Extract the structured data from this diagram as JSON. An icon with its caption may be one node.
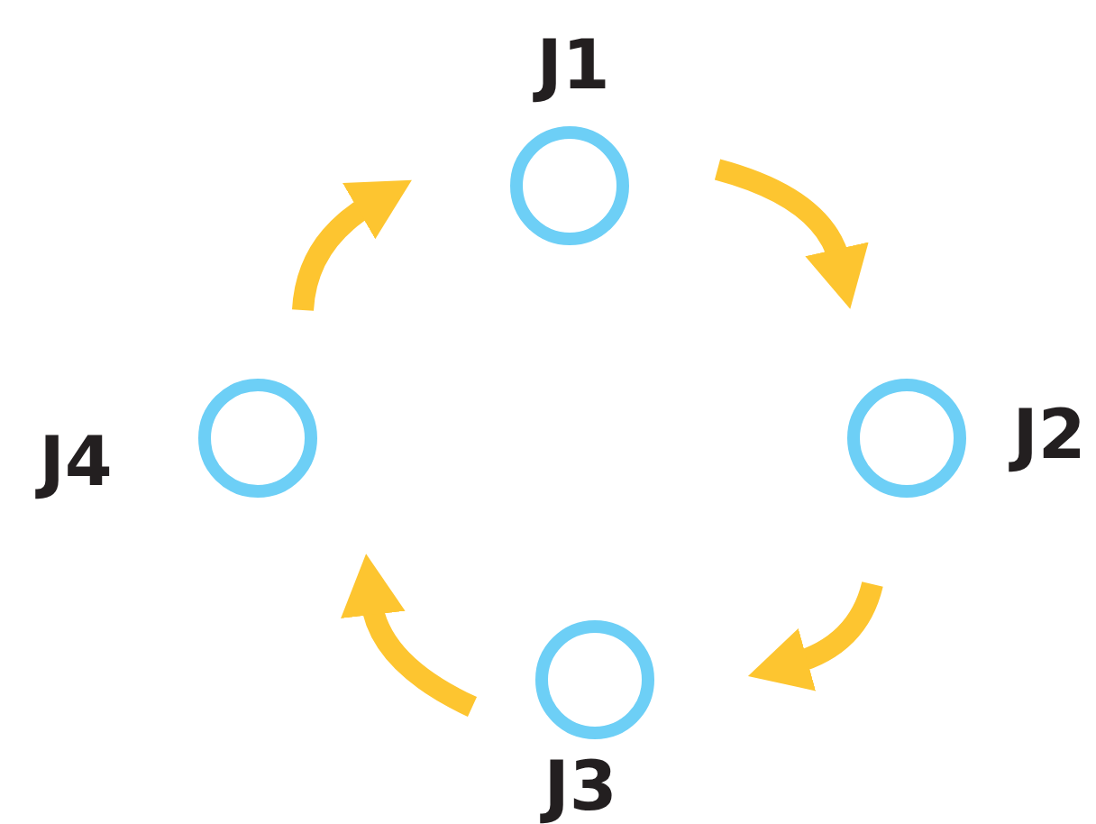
{
  "diagram": {
    "nodes": [
      {
        "text": [
          "J1"
        ]
      },
      {
        "text": [
          "J2"
        ]
      },
      {
        "text": [
          "J3"
        ]
      },
      {
        "text": [
          "J4"
        ]
      }
    ],
    "edges": [
      {
        "from": 0,
        "to": 1,
        "arrow": "to"
      },
      {
        "from": 1,
        "to": 2,
        "arrow": "to"
      },
      {
        "from": 2,
        "to": 3,
        "arrow": "to"
      },
      {
        "from": 3,
        "to": 0,
        "arrow": "to"
      }
    ]
  }
}
